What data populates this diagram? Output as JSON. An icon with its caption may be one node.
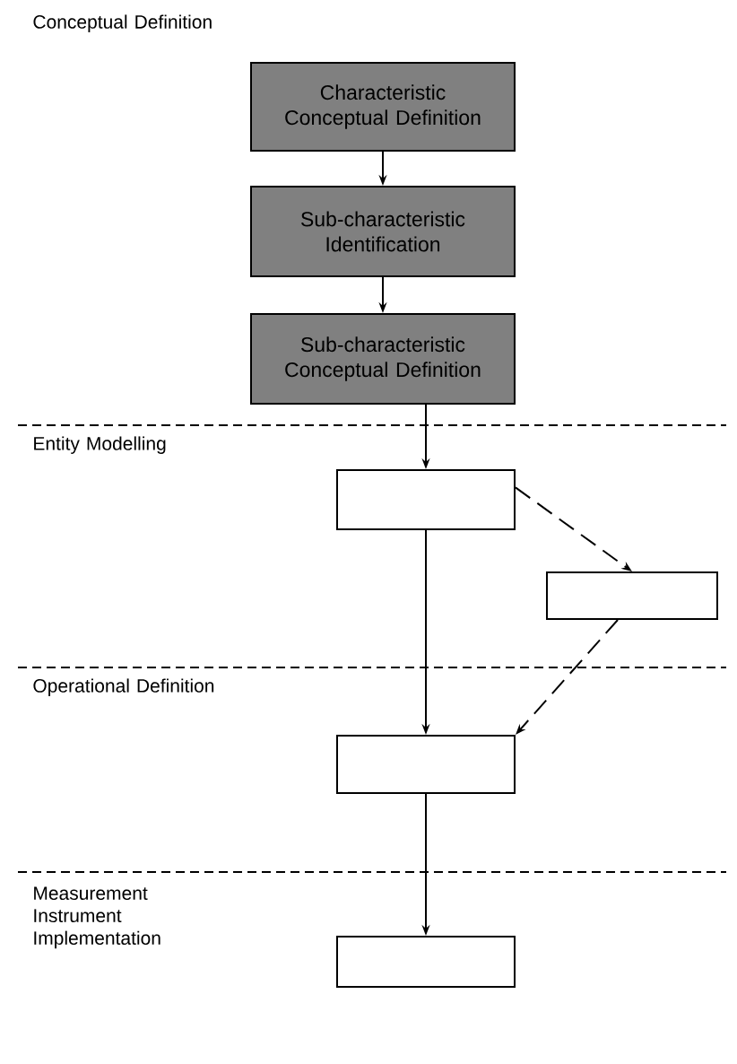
{
  "diagram": {
    "nodes": [
      {
        "text": [
          "Characteristic Conceptual Definition"
        ]
      },
      {
        "text": [
          "Sub-characteristic Identification"
        ]
      },
      {
        "text": [
          "Sub-characteristic Conceptual Definition"
        ]
      },
      {
        "text": [],
        "shape": "box"
      },
      {
        "text": [],
        "shape": "box"
      },
      {
        "text": [],
        "shape": "box"
      },
      {
        "text": [],
        "shape": "box"
      }
    ],
    "edges": [
      {
        "from": 0,
        "to": 1,
        "arrow": "to"
      },
      {
        "from": 1,
        "to": 2,
        "arrow": "to"
      },
      {
        "from": 2,
        "to": 3,
        "arrow": "to"
      },
      {
        "from": 3,
        "to": 4,
        "arrow": "to",
        "style": "dashed"
      },
      {
        "from": 3,
        "to": 5,
        "arrow": "to"
      },
      {
        "from": 4,
        "to": 5,
        "arrow": "to",
        "style": "dashed"
      },
      {
        "from": 5,
        "to": 6,
        "arrow": "to"
      }
    ],
    "labels": [
      "Conceptual Definition",
      "Entity Modelling",
      "Operational Definition",
      "Measurement Instrument Implementation"
    ]
  }
}
